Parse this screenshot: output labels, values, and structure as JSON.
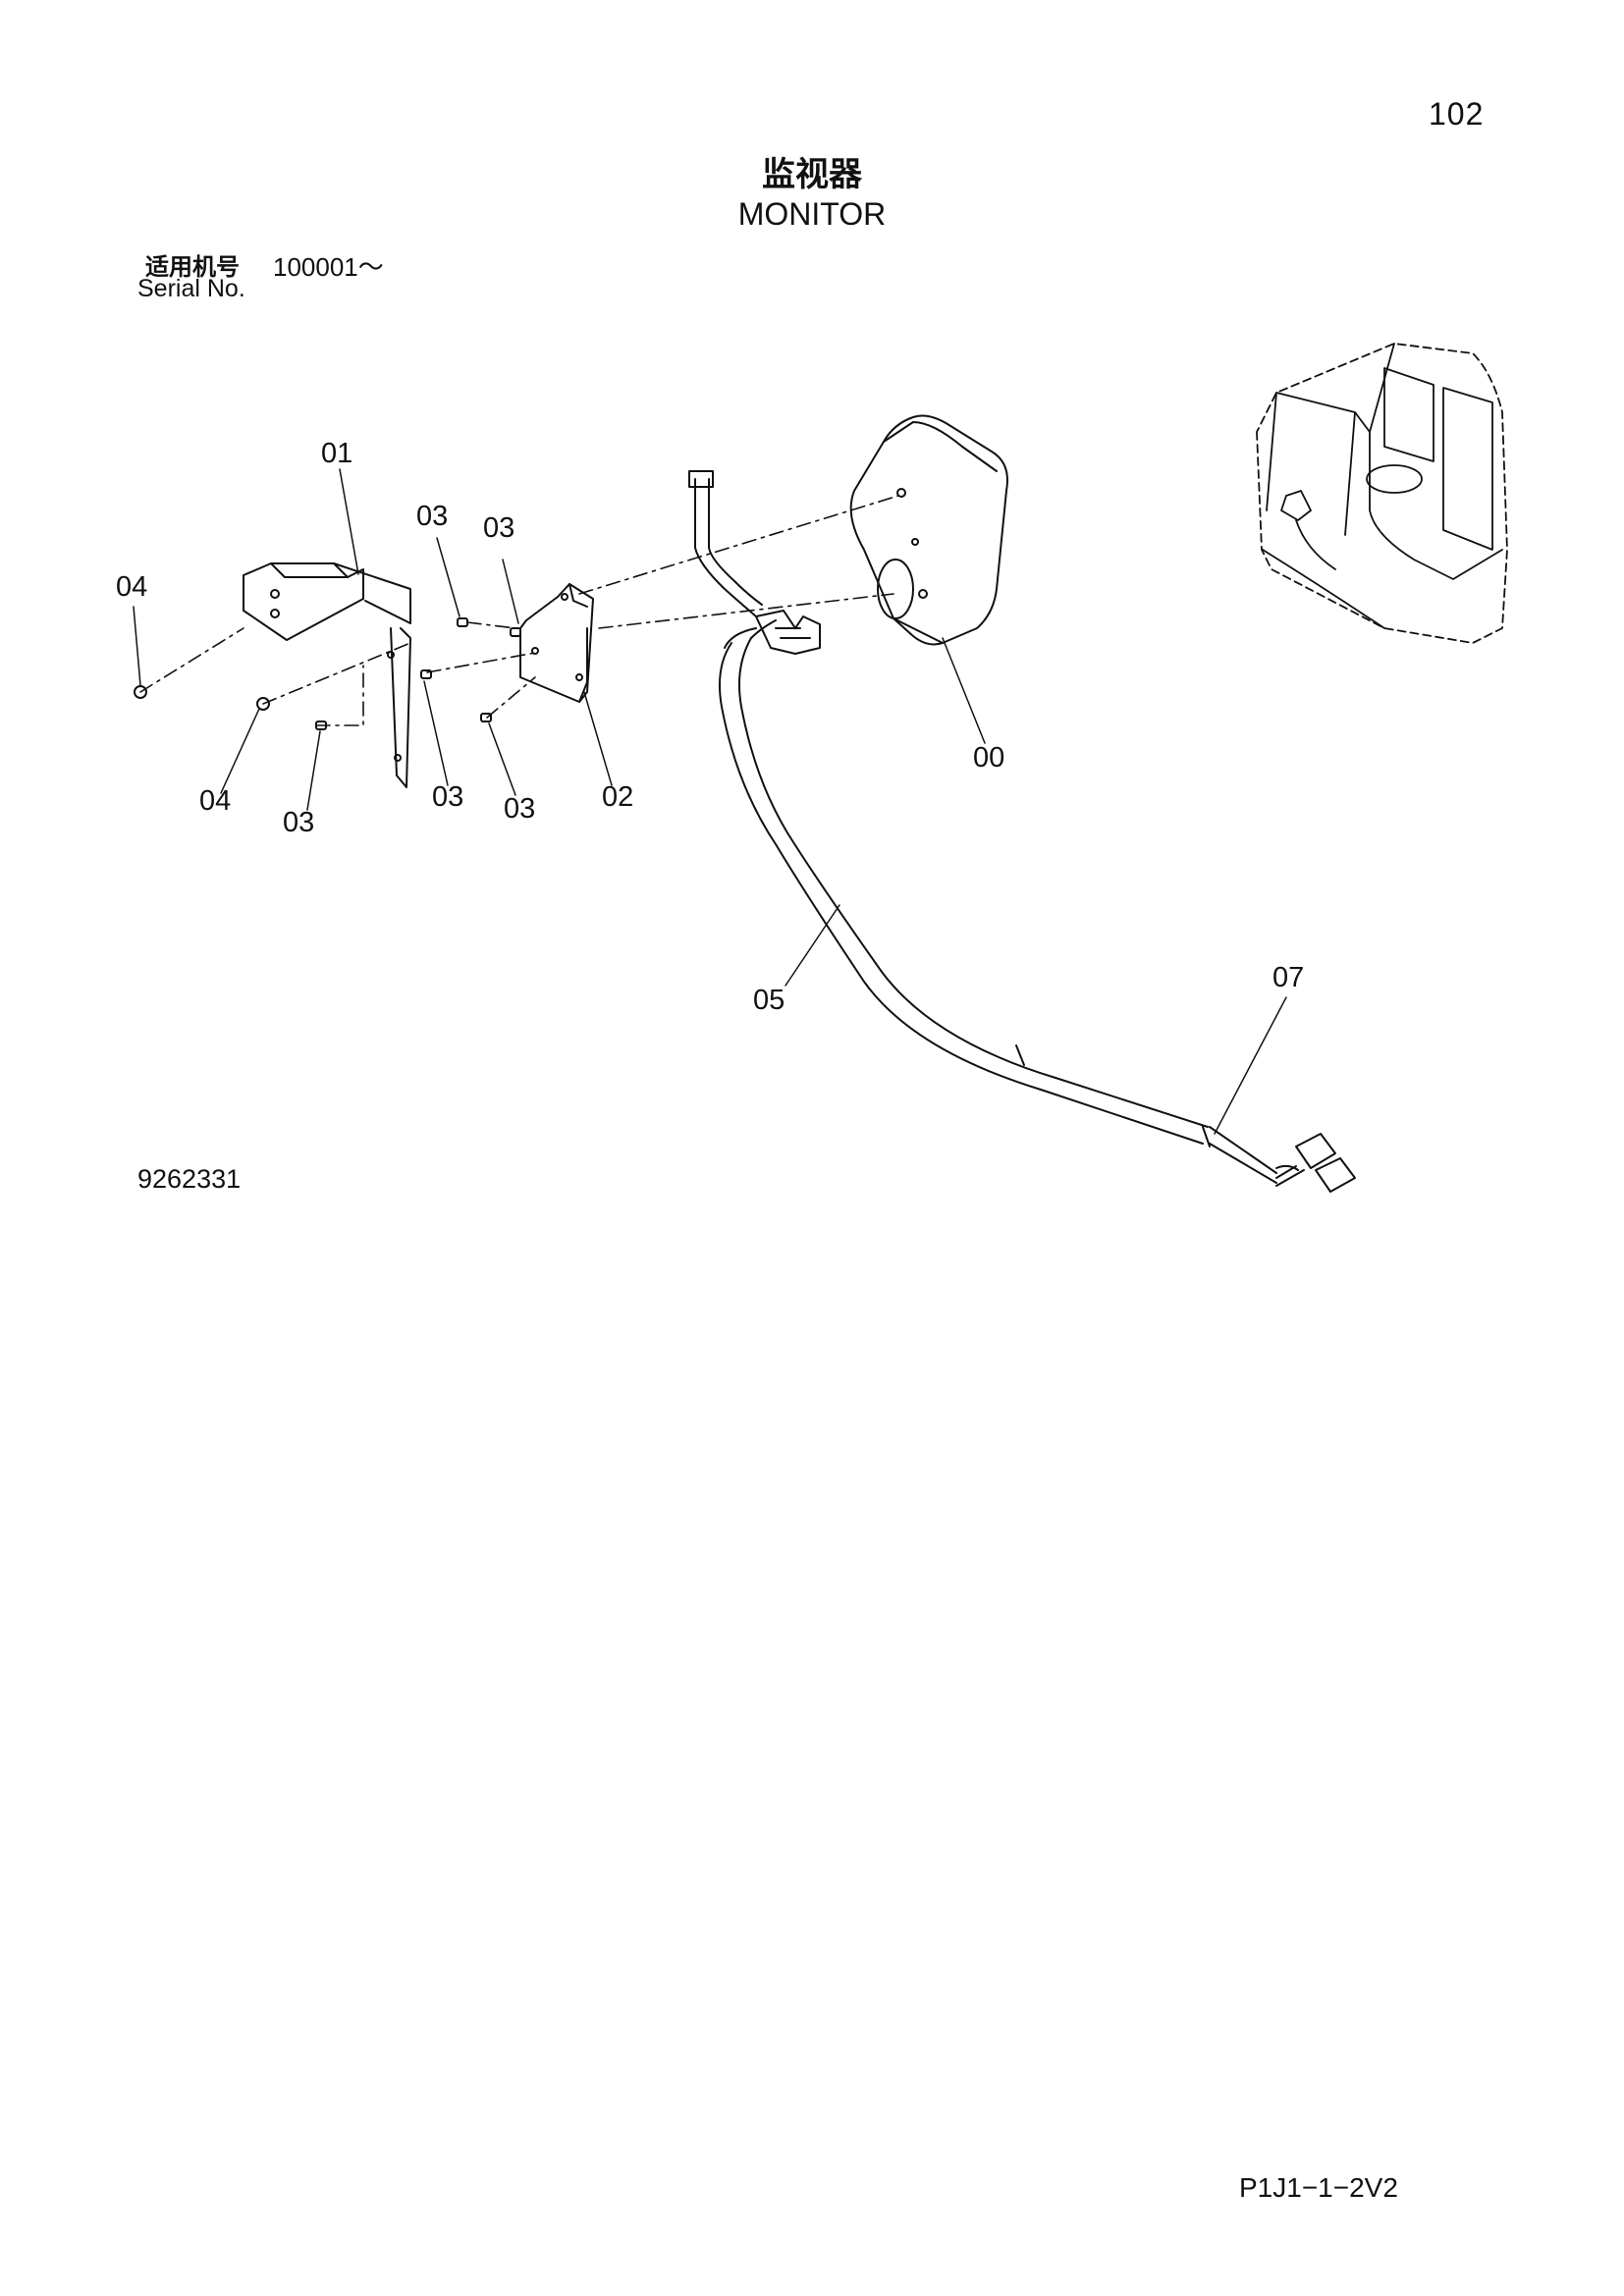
{
  "header": {
    "page_number": "102",
    "title_cn": "监视器",
    "title_en": "MONITOR",
    "serial_label_cn": "适用机号",
    "serial_range": "100001～",
    "serial_label_en": "Serial No."
  },
  "callouts": [
    {
      "key": "01",
      "text": "01"
    },
    {
      "key": "04a",
      "text": "04"
    },
    {
      "key": "03a",
      "text": "03"
    },
    {
      "key": "03b",
      "text": "03"
    },
    {
      "key": "04b",
      "text": "04"
    },
    {
      "key": "03c",
      "text": "03"
    },
    {
      "key": "03d",
      "text": "03"
    },
    {
      "key": "03e",
      "text": "03"
    },
    {
      "key": "02",
      "text": "02"
    },
    {
      "key": "00",
      "text": "00"
    },
    {
      "key": "05",
      "text": "05"
    },
    {
      "key": "07",
      "text": "07"
    }
  ],
  "footer": {
    "figure_number": "9262331",
    "page_code": "P1J1−1−2V2"
  }
}
